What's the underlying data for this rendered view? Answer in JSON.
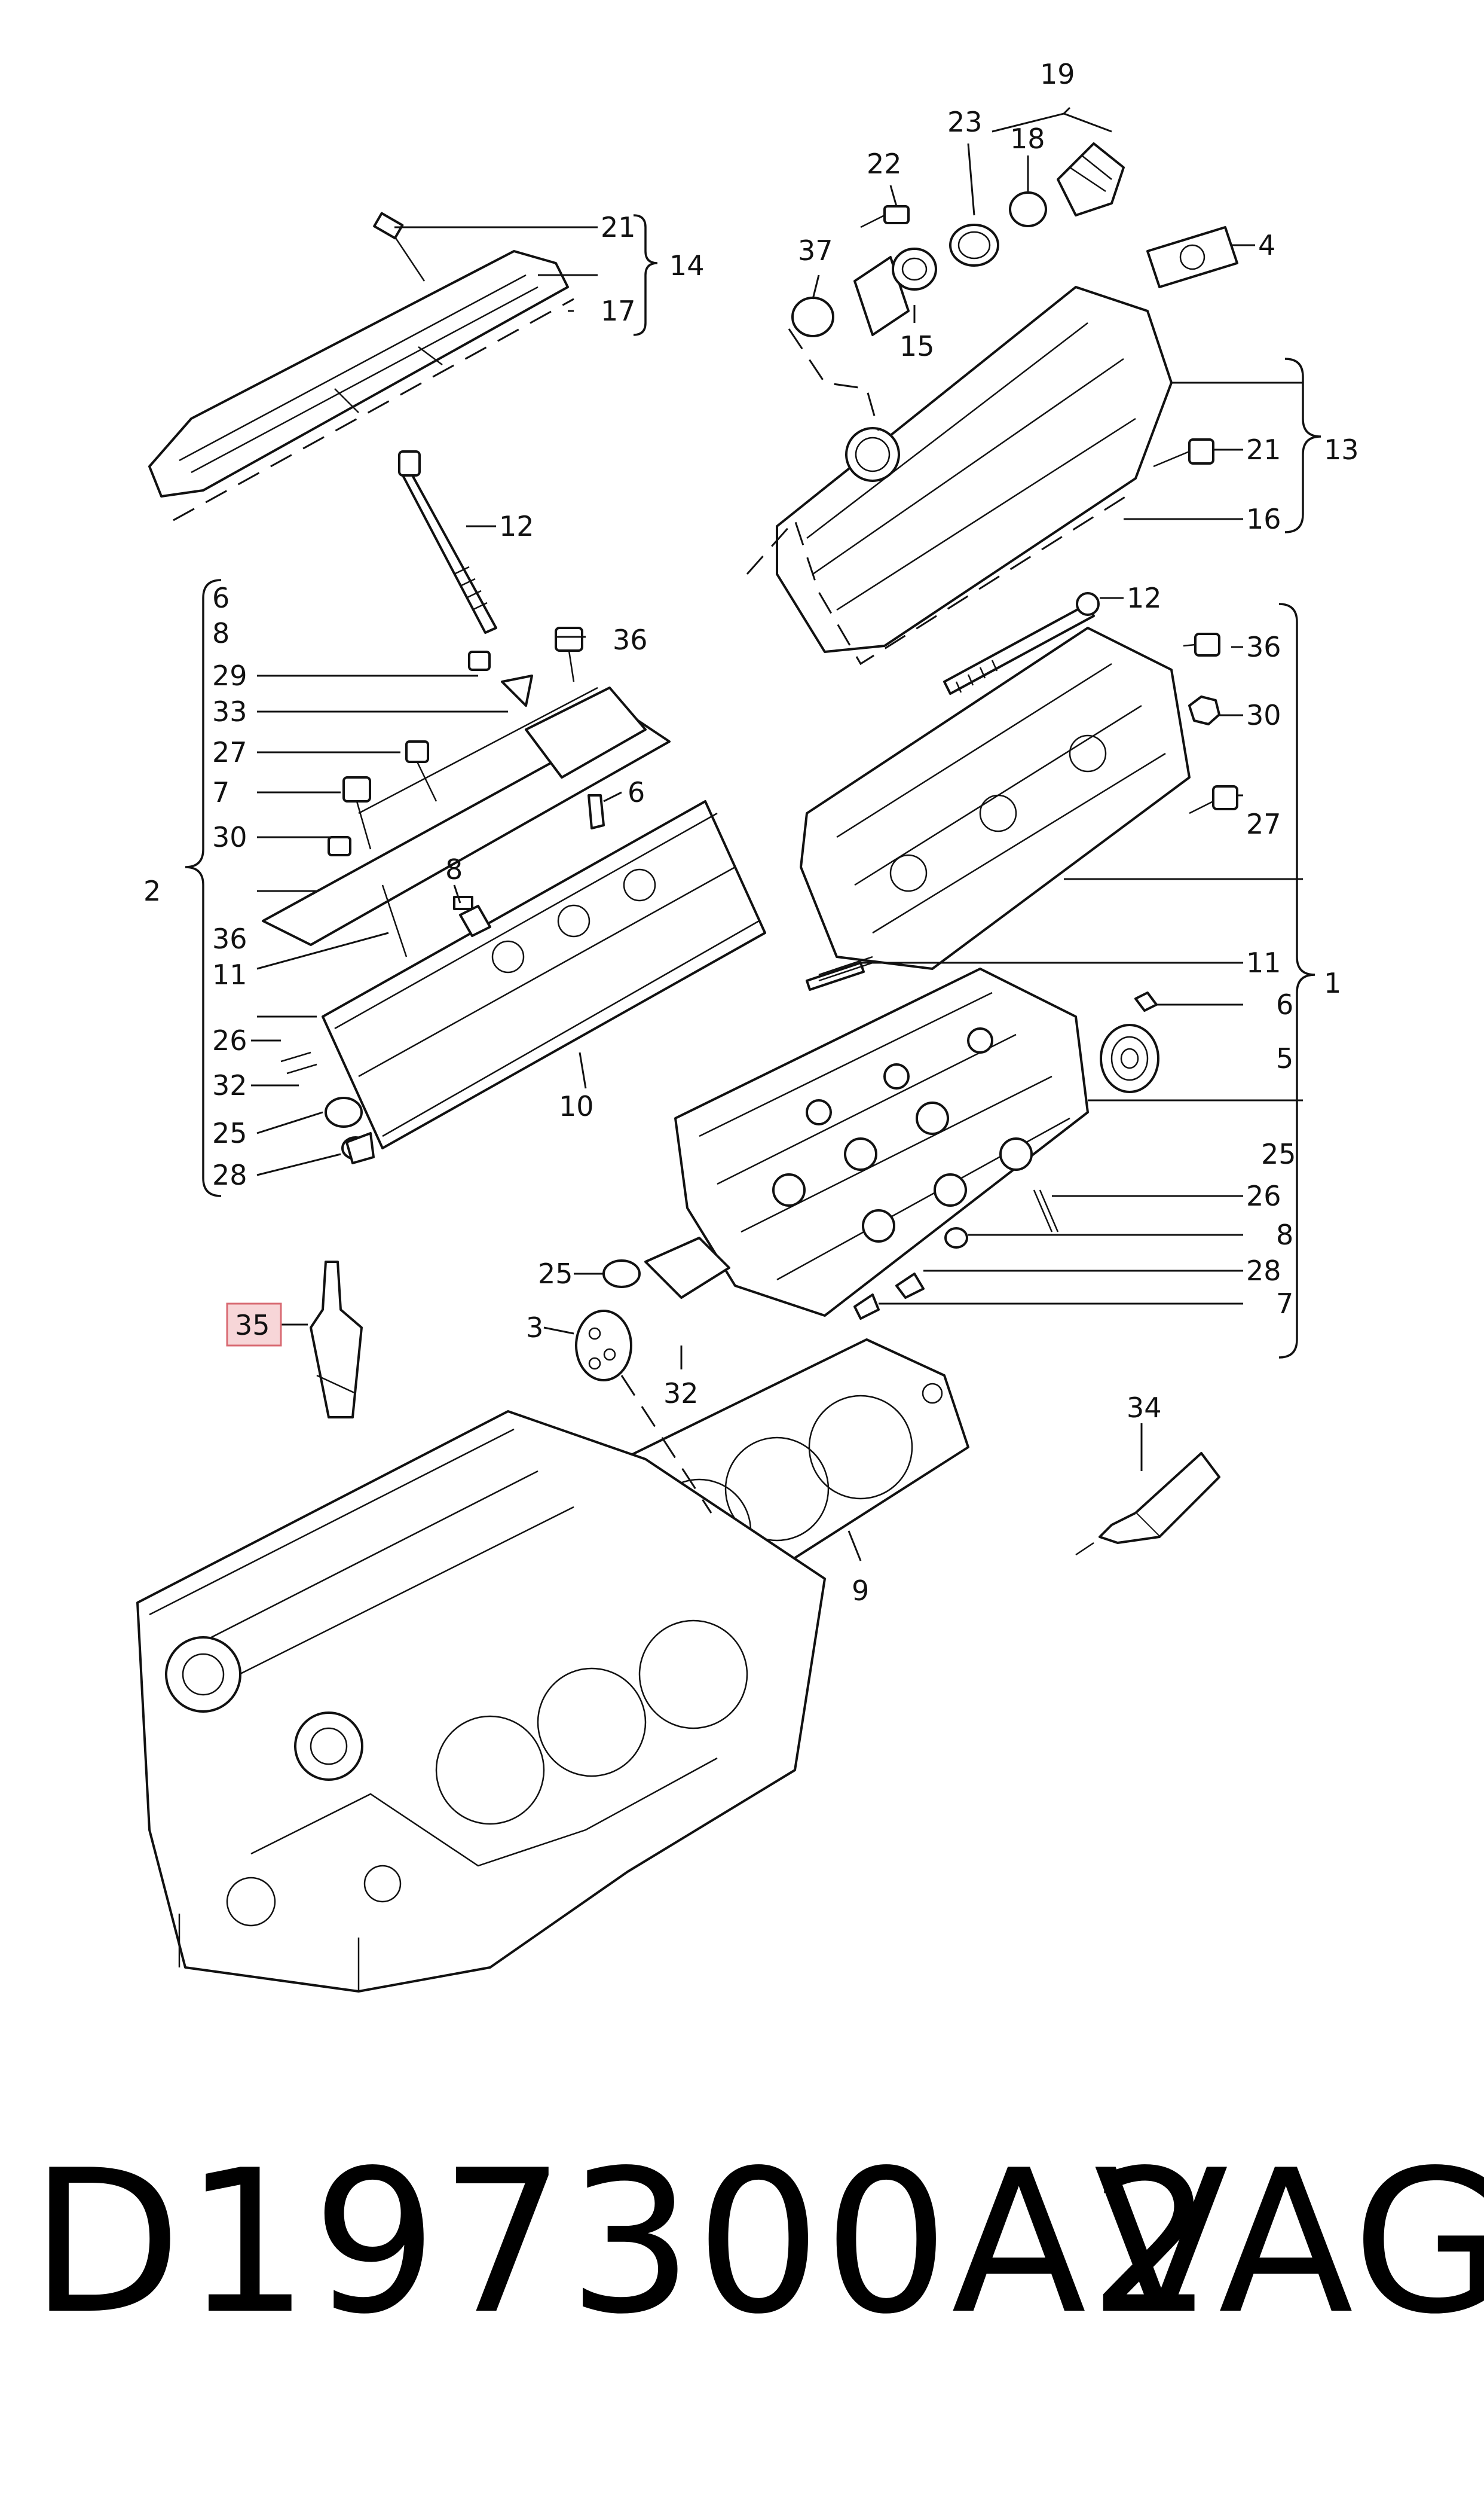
{
  "callouts": {
    "c1": "1",
    "c2": "2",
    "c3": "3",
    "c4": "4",
    "c5": "5",
    "c6": "6",
    "c7": "7",
    "c8": "8",
    "c9": "9",
    "c10": "10",
    "c11": "11",
    "c12": "12",
    "c13": "13",
    "c14": "14",
    "c15": "15",
    "c16": "16",
    "c17": "17",
    "c18": "18",
    "c19": "19",
    "c21": "21",
    "c22": "22",
    "c23": "23",
    "c25": "25",
    "c26": "26",
    "c27": "27",
    "c28": "28",
    "c29": "29",
    "c30": "30",
    "c32": "32",
    "c33": "33",
    "c34": "34",
    "c35": "35",
    "c36": "36",
    "c37": "37"
  },
  "highlight": {
    "color": "#f7d6d8",
    "border": "#d86a72",
    "label": "35"
  },
  "footer": {
    "part_number": "D197300A2",
    "brand": "VAG"
  }
}
